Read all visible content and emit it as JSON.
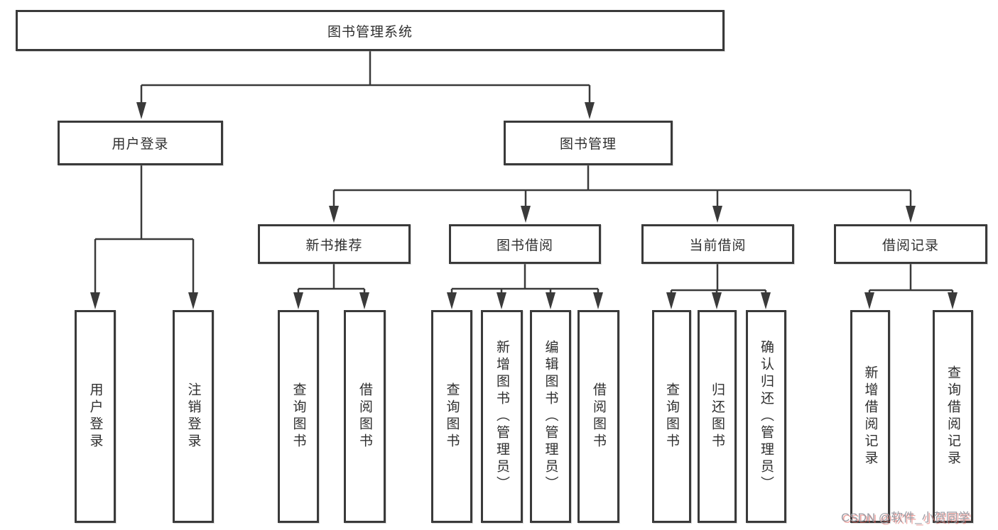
{
  "tree": {
    "label": "图书管理系统",
    "children": [
      {
        "label": "用户登录",
        "children": [
          {
            "label": "用户登录"
          },
          {
            "label": "注销登录"
          }
        ]
      },
      {
        "label": "图书管理",
        "children": [
          {
            "label": "新书推荐",
            "children": [
              {
                "label": "查询图书"
              },
              {
                "label": "借阅图书"
              }
            ]
          },
          {
            "label": "图书借阅",
            "children": [
              {
                "label": "查询图书"
              },
              {
                "label": "新增图书（管理员）"
              },
              {
                "label": "编辑图书（管理员）"
              },
              {
                "label": "借阅图书"
              }
            ]
          },
          {
            "label": "当前借阅",
            "children": [
              {
                "label": "查询图书"
              },
              {
                "label": "归还图书"
              },
              {
                "label": "确认归还（管理员）"
              }
            ]
          },
          {
            "label": "借阅记录",
            "children": [
              {
                "label": "新增借阅记录"
              },
              {
                "label": "查询借阅记录"
              }
            ]
          }
        ]
      }
    ]
  },
  "watermark": {
    "text": "CSDN @软件_小贺同学"
  },
  "colors": {
    "line": "#3a3a3a",
    "box_border": "#3a3a3a",
    "text": "#2f2f2f",
    "background": "#ffffff",
    "watermark": "#9c9ca4",
    "watermark_shadow": "#e05a52"
  }
}
